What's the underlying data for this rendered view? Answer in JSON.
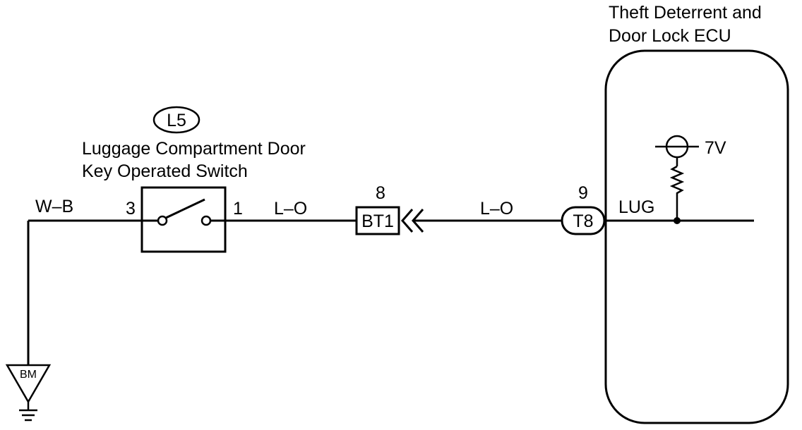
{
  "ecu": {
    "title_line1": "Theft Deterrent and",
    "title_line2": "Door Lock ECU",
    "voltage": "7V",
    "terminal": "LUG"
  },
  "switch": {
    "connector_id": "L5",
    "name_line1": "Luggage Compartment Door",
    "name_line2": "Key Operated Switch",
    "pin_left": "3",
    "pin_right": "1"
  },
  "wires": {
    "ground_wire": "W–B",
    "switch_to_bt1": "L–O",
    "bt1_to_ecu": "L–O"
  },
  "connectors": {
    "bt1_label": "BT1",
    "bt1_pin": "8",
    "t8_label": "T8",
    "t8_pin": "9"
  },
  "ground": {
    "label": "BM"
  }
}
